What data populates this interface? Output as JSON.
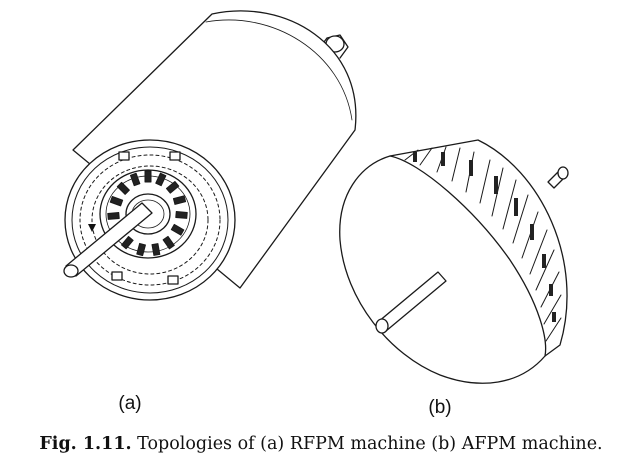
{
  "figure": {
    "panel_a_label": "(a)",
    "panel_b_label": "(b)",
    "caption_prefix": "Fig. 1.11.",
    "caption_text": "Topologies of (a) RFPM machine (b) AFPM machine."
  }
}
